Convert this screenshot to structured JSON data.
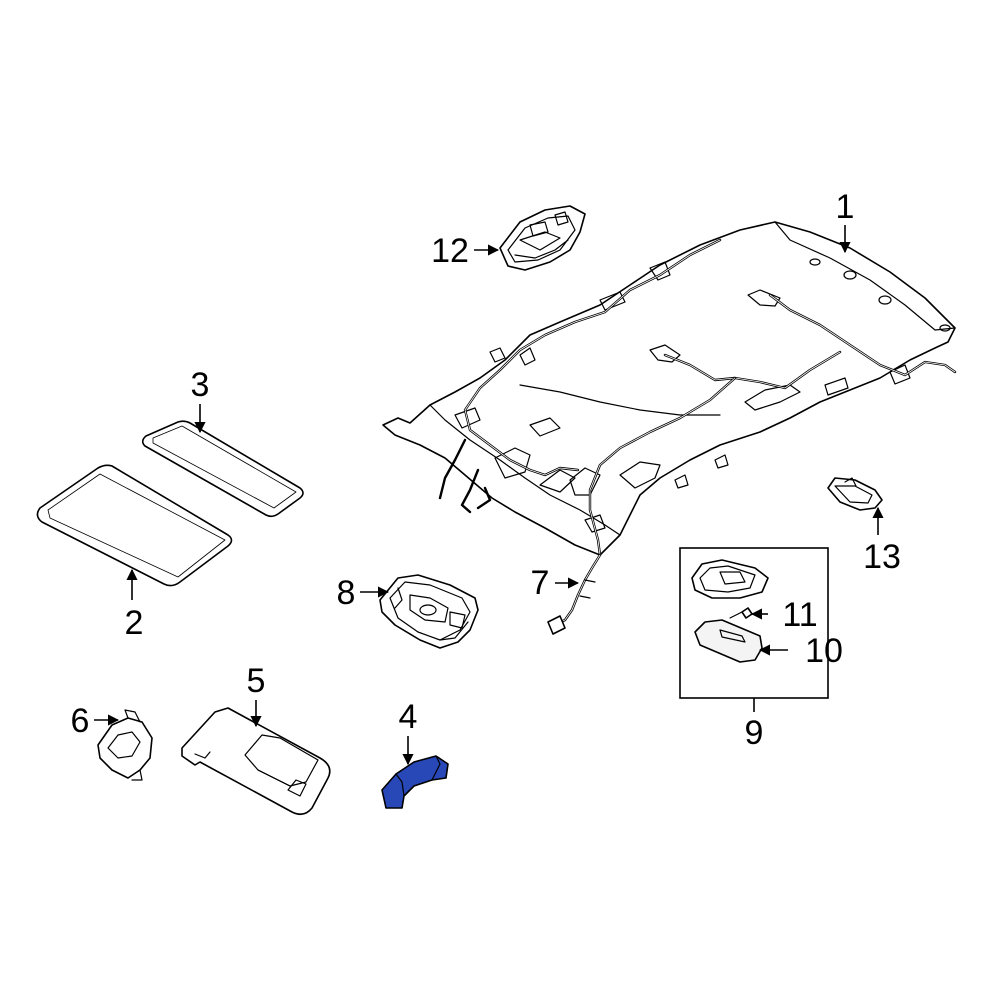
{
  "diagram": {
    "highlight_color": "#2848b8",
    "line_color": "#000000",
    "background": "#ffffff",
    "callouts": [
      {
        "id": "1",
        "label": "1"
      },
      {
        "id": "2",
        "label": "2"
      },
      {
        "id": "3",
        "label": "3"
      },
      {
        "id": "4",
        "label": "4"
      },
      {
        "id": "5",
        "label": "5"
      },
      {
        "id": "6",
        "label": "6"
      },
      {
        "id": "7",
        "label": "7"
      },
      {
        "id": "8",
        "label": "8"
      },
      {
        "id": "9",
        "label": "9"
      },
      {
        "id": "10",
        "label": "10"
      },
      {
        "id": "11",
        "label": "11"
      },
      {
        "id": "12",
        "label": "12"
      },
      {
        "id": "13",
        "label": "13"
      }
    ]
  }
}
